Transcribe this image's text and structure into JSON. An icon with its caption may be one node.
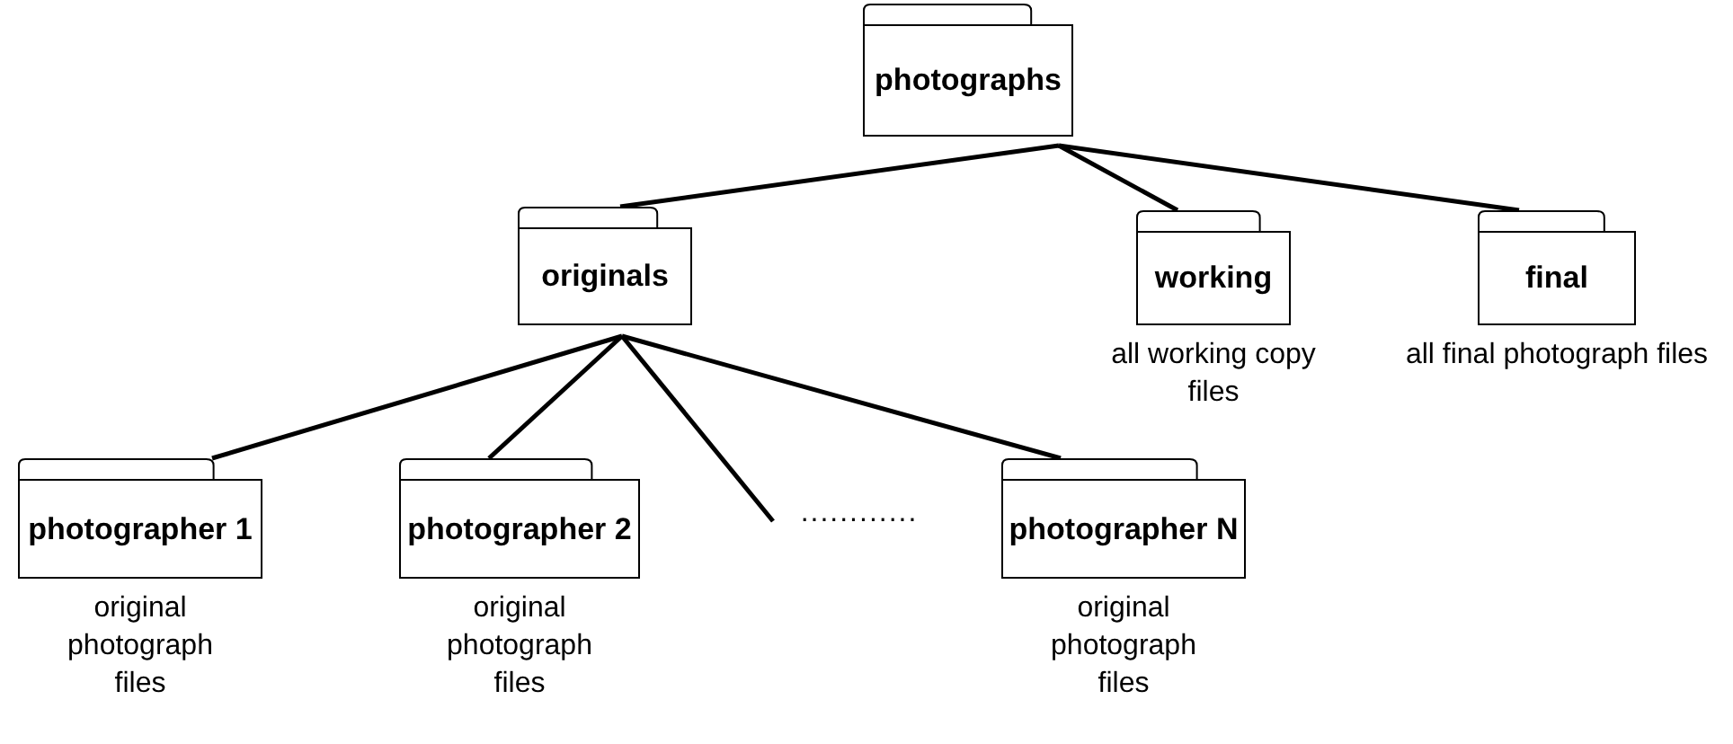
{
  "diagram": {
    "nodes": [
      {
        "text": [
          "photographs"
        ]
      },
      {
        "text": [
          "originals"
        ]
      },
      {
        "text": [
          "working"
        ],
        "beside": [
          "all working copy files"
        ]
      },
      {
        "text": [
          "final"
        ],
        "beside": [
          "all final photograph files"
        ]
      },
      {
        "text": [
          "photographer 1"
        ],
        "beside": [
          "original photograph files"
        ]
      },
      {
        "text": [
          "photographer 2"
        ],
        "beside": [
          "original photograph files"
        ]
      },
      {
        "text": [
          "............"
        ]
      },
      {
        "text": [
          "photographer N"
        ],
        "beside": [
          "original photograph files"
        ]
      }
    ],
    "edges": [
      {
        "from": 0,
        "to": 1,
        "arrow": "none"
      },
      {
        "from": 0,
        "to": 2,
        "arrow": "none"
      },
      {
        "from": 0,
        "to": 3,
        "arrow": "none"
      },
      {
        "from": 1,
        "to": 4,
        "arrow": "none"
      },
      {
        "from": 1,
        "to": 5,
        "arrow": "none"
      },
      {
        "from": 1,
        "to": 6,
        "arrow": "none"
      },
      {
        "from": 1,
        "to": 7,
        "arrow": "none"
      }
    ]
  }
}
